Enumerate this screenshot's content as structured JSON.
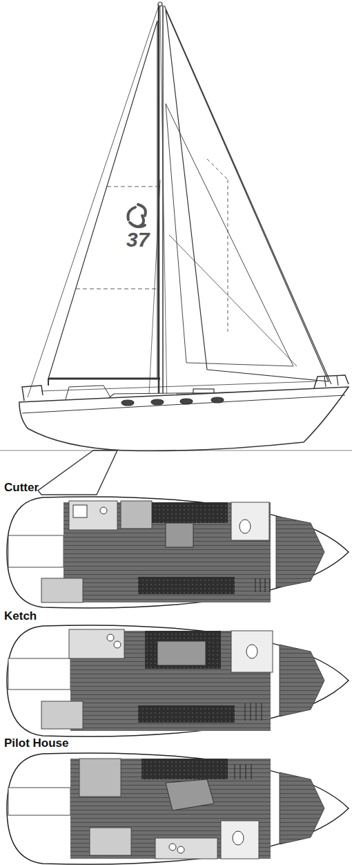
{
  "diagram": {
    "labels": [
      "37",
      "Cutter",
      "Ketch",
      "Pilot House"
    ]
  }
}
